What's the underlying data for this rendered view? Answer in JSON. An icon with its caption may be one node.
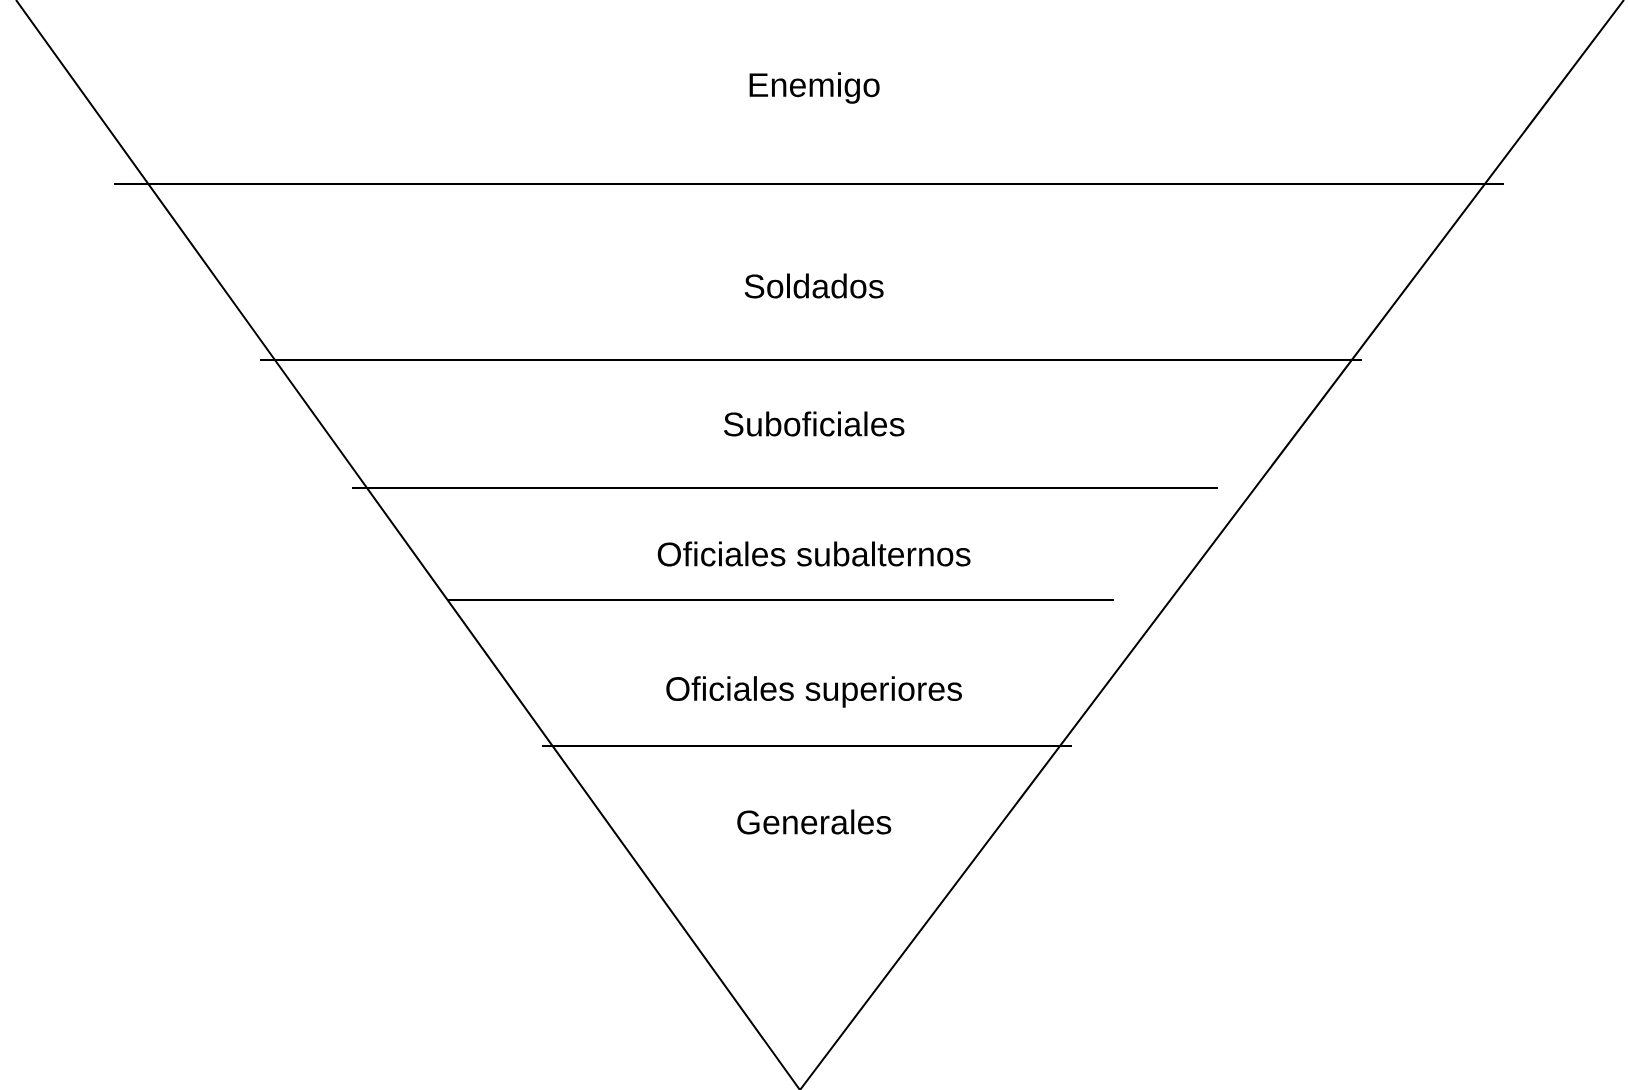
{
  "diagram": {
    "nodes": [
      {
        "text": [
          "Enemigo"
        ]
      },
      {
        "text": [
          "Soldados"
        ]
      },
      {
        "text": [
          "Suboficiales"
        ]
      },
      {
        "text": [
          "Oficiales subalternos"
        ]
      },
      {
        "text": [
          "Oficiales superiores"
        ]
      },
      {
        "text": [
          "Generales"
        ]
      }
    ]
  }
}
